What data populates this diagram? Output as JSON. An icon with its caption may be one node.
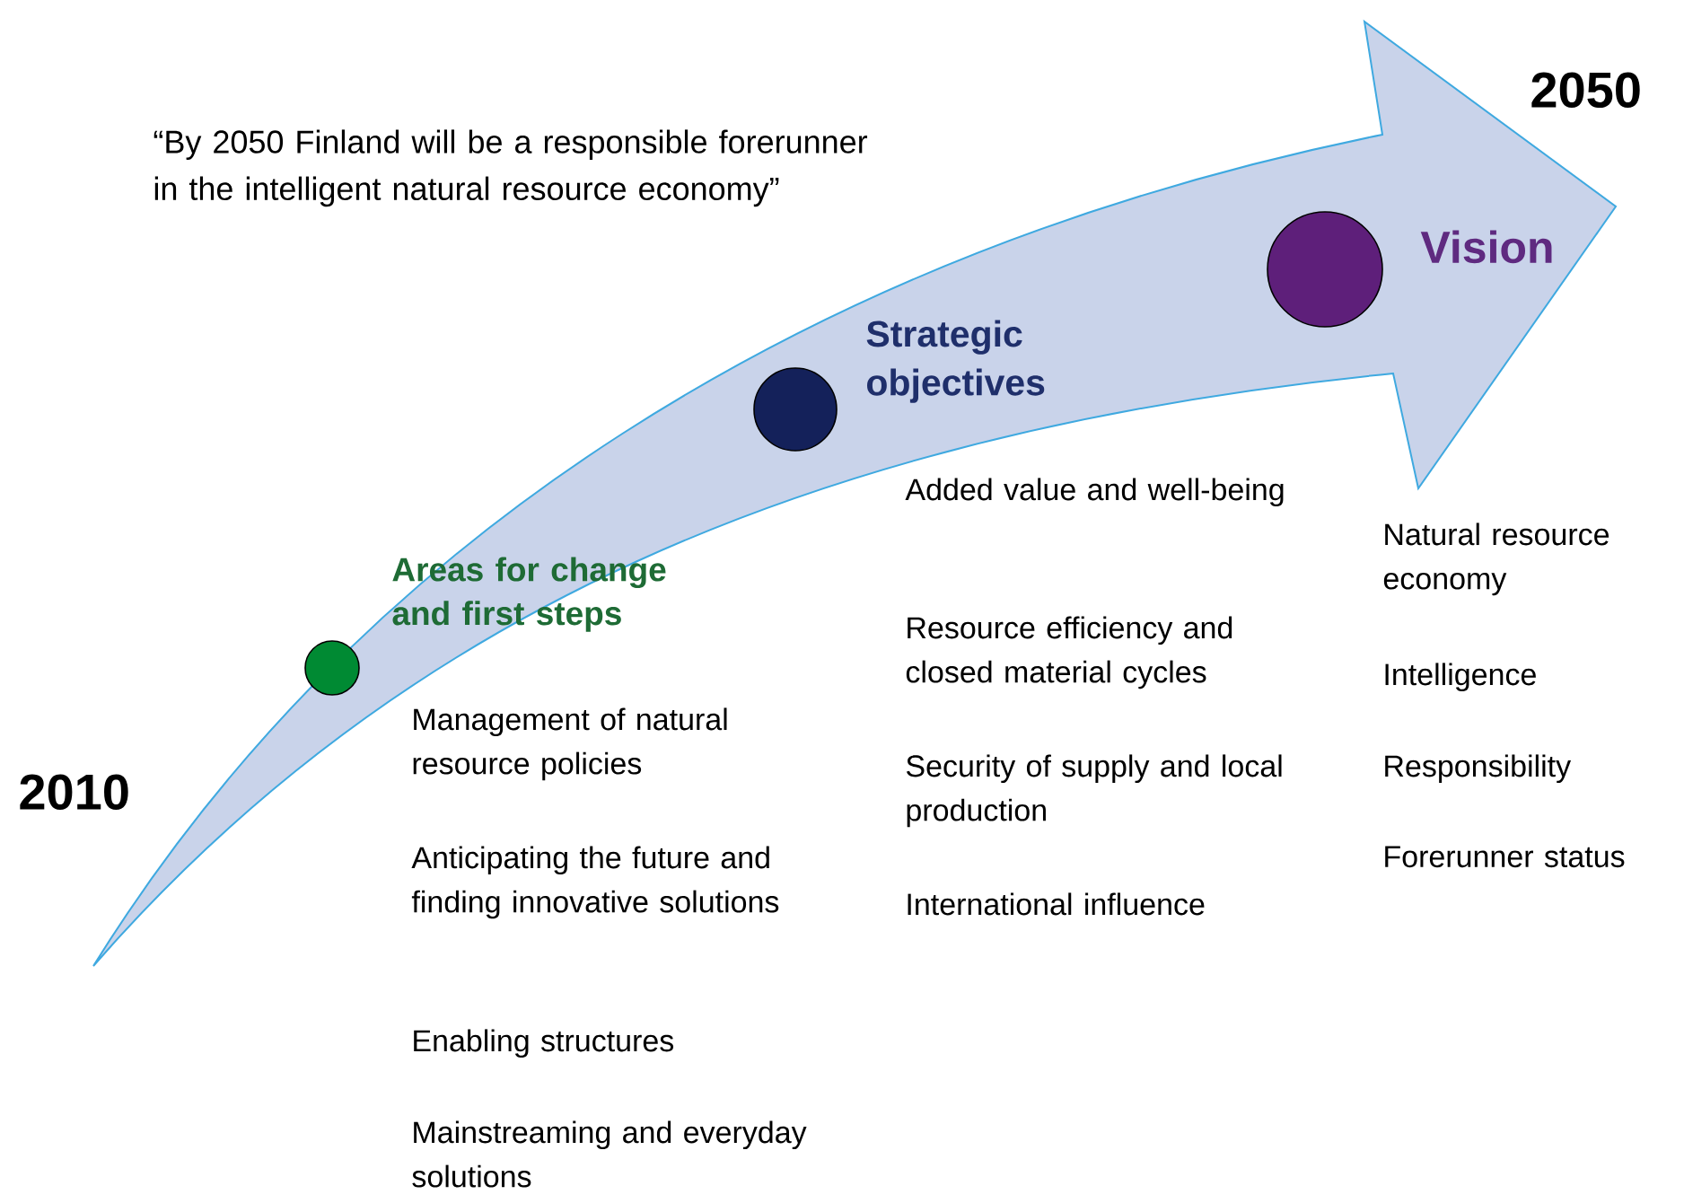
{
  "diagram": {
    "nodes": [
      {
        "text": [],
        "shape": "circle",
        "beside": [
          "Areas for change and first steps"
        ]
      },
      {
        "text": [],
        "shape": "circle",
        "beside": [
          "Strategic objectives"
        ]
      },
      {
        "text": [],
        "shape": "circle",
        "beside": [
          "Vision"
        ]
      }
    ],
    "labels": [
      "“By 2050 Finland will be a responsible forerunner in the intelligent natural resource economy”",
      "2050",
      "2010",
      "Added value and well-being",
      "Resource efficiency and closed material cycles",
      "Security of supply and local production",
      "International influence",
      "Natural resource economy",
      "Intelligence",
      "Responsibility",
      "Forerunner status",
      "Management of natural resource policies",
      "Anticipating the future and finding innovative solutions",
      "Enabling structures",
      "Mainstreaming and everyday solutions"
    ]
  }
}
